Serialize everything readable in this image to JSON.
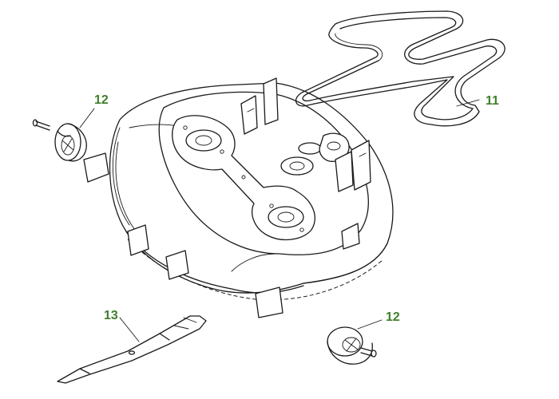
{
  "callouts": {
    "belt": "11",
    "wheel_top": "12",
    "wheel_bottom": "12",
    "blade": "13"
  },
  "colors": {
    "callout": "#3f7f2a",
    "line": "#1a1a1a",
    "background": "#ffffff"
  }
}
